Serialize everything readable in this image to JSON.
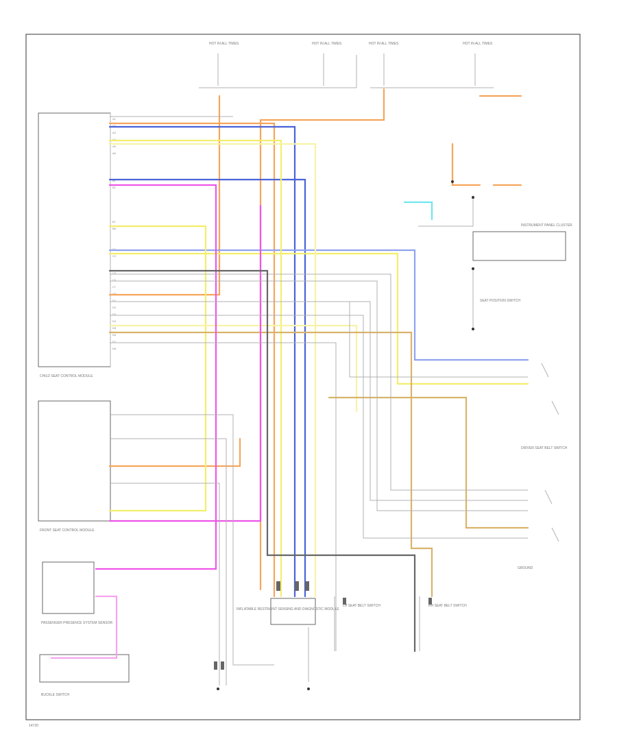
{
  "diagram": {
    "footer_code": "14720",
    "fuse_labels": [
      "HOT IN ALL TIMES",
      "HOT IN ALL TIMES",
      "HOT IN ALL TIMES",
      "HOT IN ALL TIMES"
    ],
    "module_labels": {
      "left_module": "CHILD SEAT CONTROL MODULE",
      "left_module_lower": "FRONT SEAT CONTROL MODULE",
      "occupant_sensor": "PASSENGER PRESENCE SYSTEM SENSOR",
      "center_module": "INFLATABLE RESTRAINT SENSING AND DIAGNOSTIC MODULE",
      "passenger_switch": "SEAT POSITION SWITCH",
      "belt_switch_left": "LH SEAT BELT SWITCH",
      "belt_switch_right": "RH SEAT BELT SWITCH",
      "right_upper": "INSTRUMENT PANEL CLUSTER",
      "right_lower": "DRIVER SEAT BELT SWITCH",
      "buckle_lower": "BUCKLE SWITCH",
      "ground": "GROUND"
    },
    "colors": {
      "orange": "#f6a55a",
      "blue": "#4a62d8",
      "lightblue": "#8fa3ee",
      "yellow": "#f3ee6a",
      "lightyellow": "#f7f3a8",
      "tan": "#d9b36a",
      "pink": "#ee55e8",
      "lightpink": "#f4a4ee",
      "grey": "#9a9a9a",
      "darkgrey": "#666666",
      "cyan": "#6fe6f0",
      "black": "#333333"
    }
  }
}
